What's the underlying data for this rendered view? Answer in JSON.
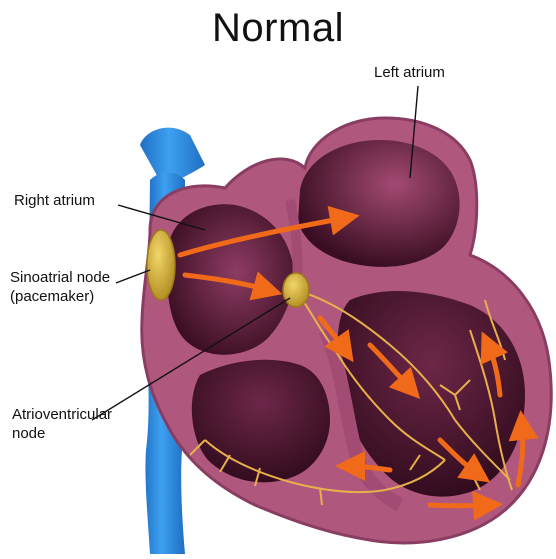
{
  "title": "Normal",
  "labels": {
    "left_atrium": "Left atrium",
    "right_atrium": "Right atrium",
    "sinoatrial_line1": "Sinoatrial node",
    "sinoatrial_line2": "(pacemaker)",
    "atrioventricular_line1": "Atrioventricular",
    "atrioventricular_line2": "node"
  },
  "colors": {
    "heart_wall": "#b0577e",
    "heart_wall_dark": "#8a3d62",
    "chamber": "#3a0e22",
    "chamber_light": "#7a2f52",
    "vein": "#2f8fe0",
    "node": "#c8a432",
    "conduction": "#e8b04a",
    "arrow": "#f06a1a"
  }
}
